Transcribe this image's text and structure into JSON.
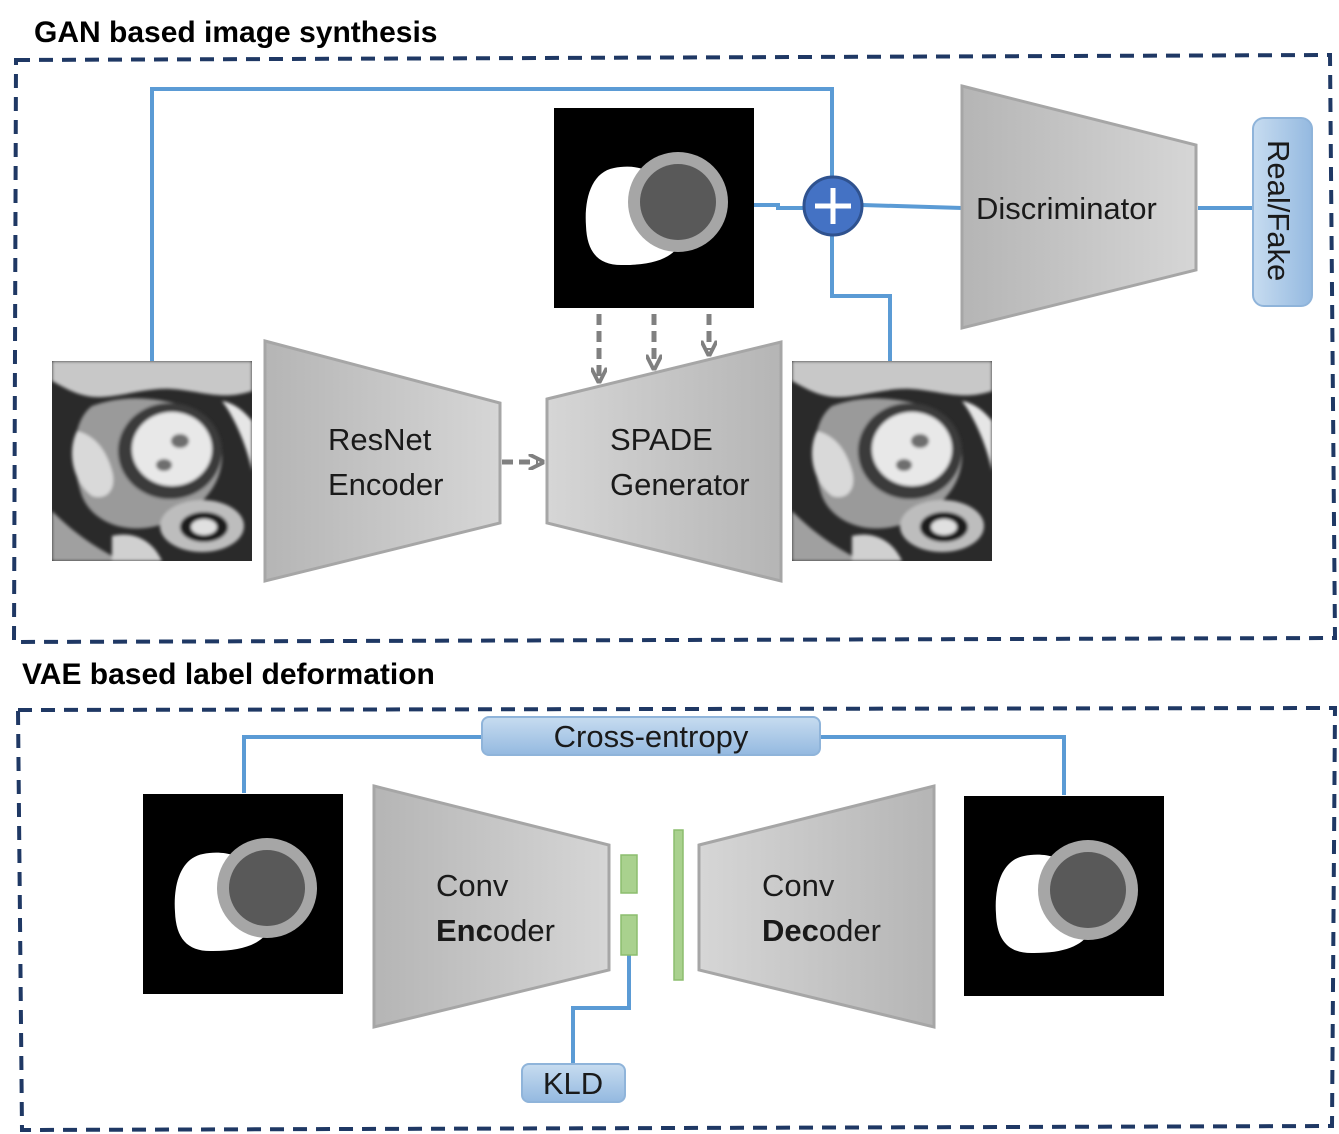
{
  "gan_section": {
    "title": "GAN based image synthesis",
    "resnet_encoder": {
      "line1": "ResNet",
      "line2": "Encoder"
    },
    "spade_generator": {
      "line1": "SPADE",
      "line2": "Generator"
    },
    "discriminator": "Discriminator",
    "real_fake": "Real/Fake",
    "combine_symbol": "+"
  },
  "vae_section": {
    "title": "VAE based label deformation",
    "cross_entropy": "Cross-entropy",
    "conv_encoder": {
      "line1": "Conv",
      "line2_bold": "Enc",
      "line2_rest": "oder"
    },
    "conv_decoder": {
      "line1": "Conv",
      "line2_bold": "Dec",
      "line2_rest": "oder"
    },
    "kld": "KLD"
  },
  "colors": {
    "connector": "#5b9bd5",
    "dashed_border": "#1f3864",
    "block_fill": "#c4c4c4",
    "block_stroke": "#a6a6a6",
    "tag_fill": "#a9c8e8",
    "plus_fill": "#4472c4",
    "latent_fill": "#a9d18e",
    "arrow_gray": "#808080"
  }
}
